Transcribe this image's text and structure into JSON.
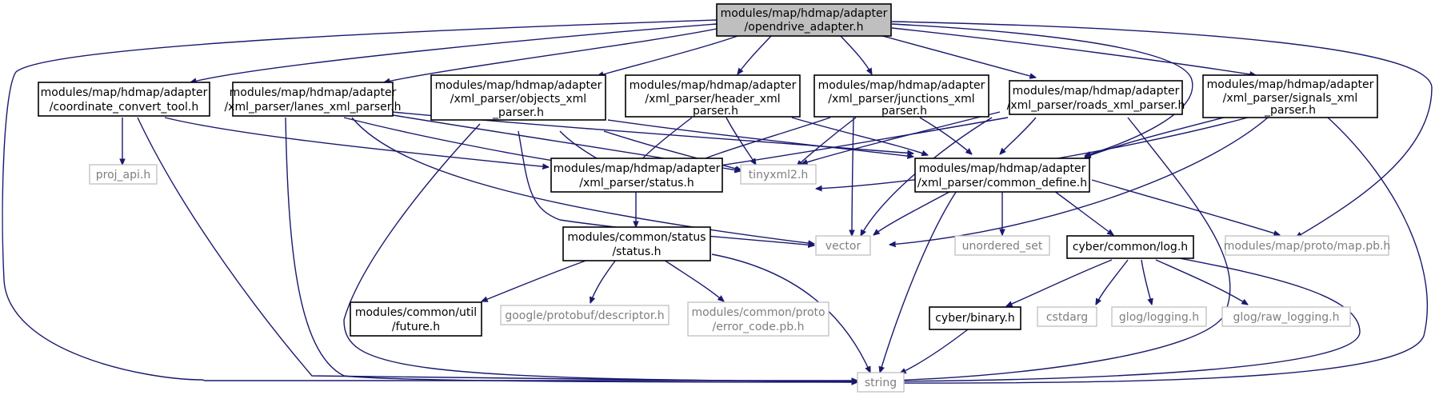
{
  "colors": {
    "edge": "#191970",
    "root_fill": "#bfbfbf",
    "system_border": "#bfbfbf",
    "system_text": "#7f7f7f"
  },
  "nodes": [
    {
      "id": "root",
      "kind": "root",
      "lines": [
        "modules/map/hdmap/adapter",
        "/opendrive_adapter.h"
      ]
    },
    {
      "id": "coord",
      "kind": "file",
      "lines": [
        "modules/map/hdmap/adapter",
        "/coordinate_convert_tool.h"
      ]
    },
    {
      "id": "lanes",
      "kind": "file",
      "lines": [
        "modules/map/hdmap/adapter",
        "/xml_parser/lanes_xml_parser.h"
      ]
    },
    {
      "id": "objects",
      "kind": "file",
      "lines": [
        "modules/map/hdmap/adapter",
        "/xml_parser/objects_xml",
        "_parser.h"
      ]
    },
    {
      "id": "header",
      "kind": "file",
      "lines": [
        "modules/map/hdmap/adapter",
        "/xml_parser/header_xml",
        "_parser.h"
      ]
    },
    {
      "id": "junctions",
      "kind": "file",
      "lines": [
        "modules/map/hdmap/adapter",
        "/xml_parser/junctions_xml",
        "_parser.h"
      ]
    },
    {
      "id": "roads",
      "kind": "file",
      "lines": [
        "modules/map/hdmap/adapter",
        "/xml_parser/roads_xml_parser.h"
      ]
    },
    {
      "id": "signals",
      "kind": "file",
      "lines": [
        "modules/map/hdmap/adapter",
        "/xml_parser/signals_xml",
        "_parser.h"
      ]
    },
    {
      "id": "proj",
      "kind": "system",
      "lines": [
        "proj_api.h"
      ]
    },
    {
      "id": "status",
      "kind": "file",
      "lines": [
        "modules/map/hdmap/adapter",
        "/xml_parser/status.h"
      ]
    },
    {
      "id": "tinyxml",
      "kind": "system",
      "lines": [
        "tinyxml2.h"
      ]
    },
    {
      "id": "common_define",
      "kind": "file",
      "lines": [
        "modules/map/hdmap/adapter",
        "/xml_parser/common_define.h"
      ]
    },
    {
      "id": "common_status",
      "kind": "file",
      "lines": [
        "modules/common/status",
        "/status.h"
      ]
    },
    {
      "id": "vector",
      "kind": "system",
      "lines": [
        "vector"
      ]
    },
    {
      "id": "unordered_set",
      "kind": "system",
      "lines": [
        "unordered_set"
      ]
    },
    {
      "id": "log",
      "kind": "file",
      "lines": [
        "cyber/common/log.h"
      ]
    },
    {
      "id": "mappb",
      "kind": "system",
      "lines": [
        "modules/map/proto/map.pb.h"
      ]
    },
    {
      "id": "future",
      "kind": "file",
      "lines": [
        "modules/common/util",
        "/future.h"
      ]
    },
    {
      "id": "descriptor",
      "kind": "system",
      "lines": [
        "google/protobuf/descriptor.h"
      ]
    },
    {
      "id": "error_code",
      "kind": "system",
      "lines": [
        "modules/common/proto",
        "/error_code.pb.h"
      ]
    },
    {
      "id": "binary",
      "kind": "file",
      "lines": [
        "cyber/binary.h"
      ]
    },
    {
      "id": "cstdarg",
      "kind": "system",
      "lines": [
        "cstdarg"
      ]
    },
    {
      "id": "glog",
      "kind": "system",
      "lines": [
        "glog/logging.h"
      ]
    },
    {
      "id": "rawlog",
      "kind": "system",
      "lines": [
        "glog/raw_logging.h"
      ]
    },
    {
      "id": "string",
      "kind": "system",
      "lines": [
        "string"
      ]
    }
  ]
}
